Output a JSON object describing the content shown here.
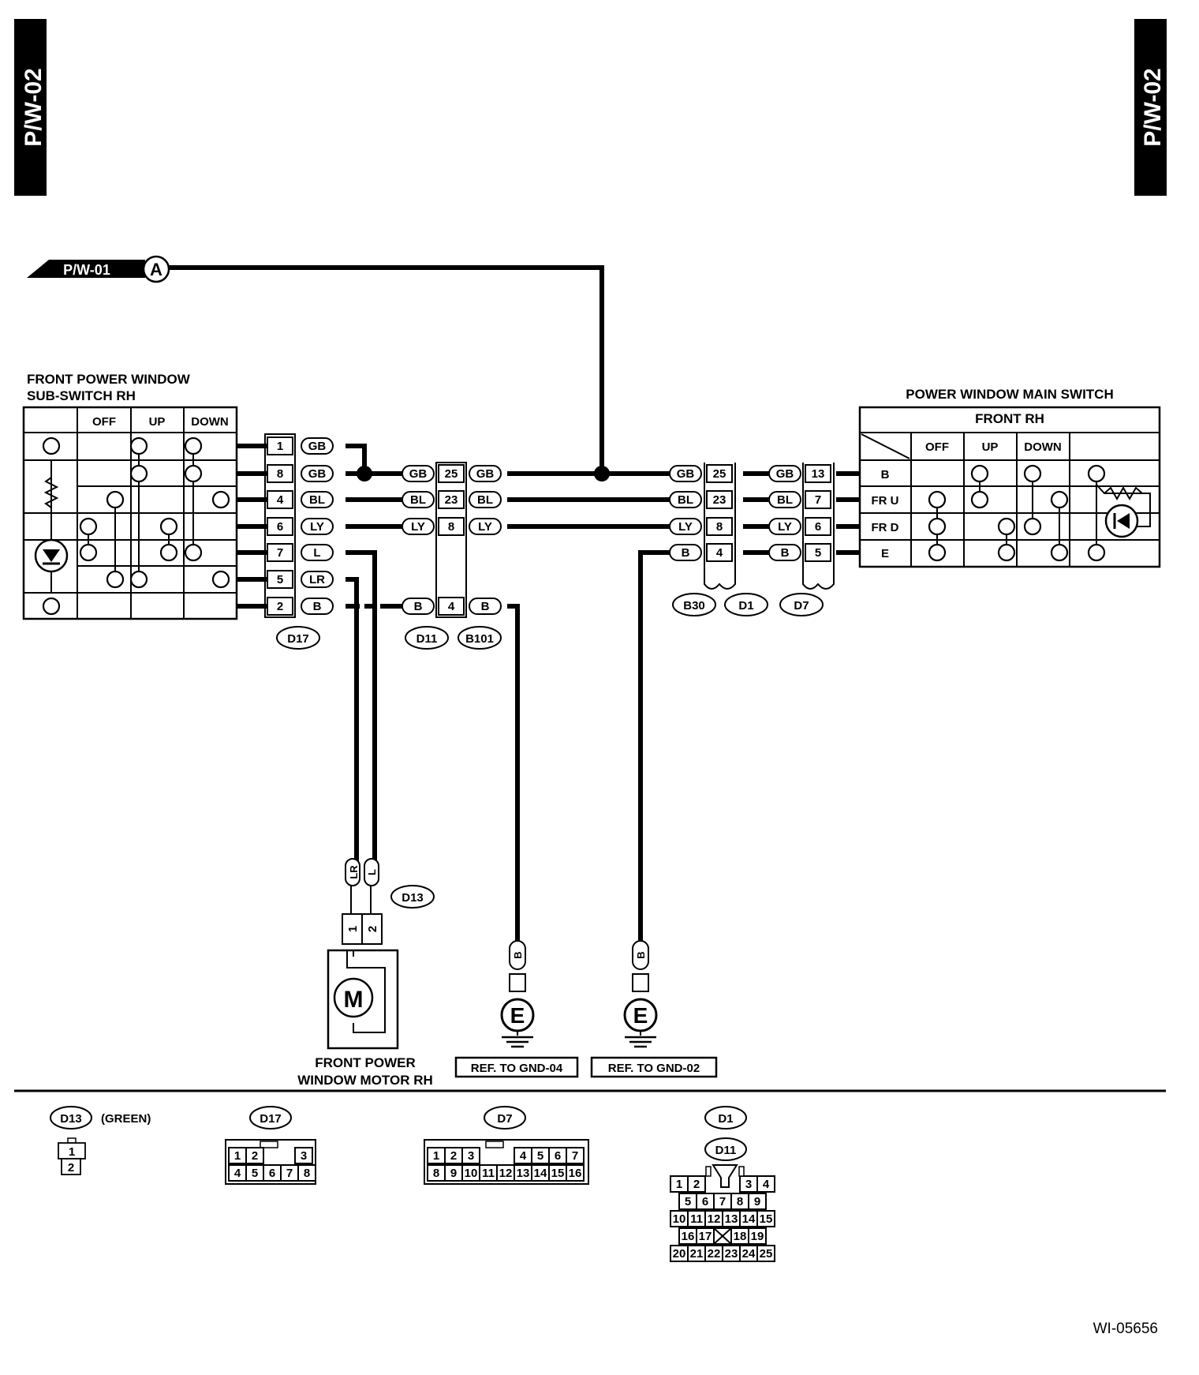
{
  "page": {
    "tab_left": "P/W-02",
    "tab_right": "P/W-02",
    "figure_code": "WI-05656"
  },
  "diagram": {
    "link": {
      "label": "P/W-01",
      "marker": "A"
    },
    "sub_switch": {
      "title_line1": "FRONT POWER WINDOW",
      "title_line2": "SUB-SWITCH RH",
      "columns": [
        "OFF",
        "UP",
        "DOWN"
      ]
    },
    "main_switch": {
      "title": "POWER WINDOW MAIN SWITCH",
      "subtitle": "FRONT RH",
      "columns": [
        "OFF",
        "UP",
        "DOWN"
      ],
      "rows": [
        "B",
        "FR U",
        "FR D",
        "E"
      ]
    },
    "conn_d17": {
      "id": "D17",
      "pins": [
        "1",
        "8",
        "4",
        "6",
        "7",
        "5",
        "2"
      ],
      "colors": [
        "GB",
        "GB",
        "BL",
        "LY",
        "L",
        "LR",
        "B"
      ]
    },
    "conn_d11": {
      "id": "D11",
      "id2": "B101",
      "pins": [
        "25",
        "23",
        "8",
        "4"
      ],
      "colors_left": [
        "GB",
        "BL",
        "LY",
        "B"
      ],
      "colors_right": [
        "GB",
        "BL",
        "LY",
        "B"
      ]
    },
    "conn_b30_d1": {
      "id_a": "B30",
      "id_b": "D1",
      "pins": [
        "25",
        "23",
        "8",
        "4"
      ],
      "colors_left": [
        "GB",
        "BL",
        "LY",
        "B"
      ]
    },
    "conn_d7": {
      "id": "D7",
      "pins": [
        "13",
        "7",
        "6",
        "5"
      ],
      "colors": [
        "GB",
        "BL",
        "LY",
        "B"
      ]
    },
    "motor": {
      "conn_id": "D13",
      "pins": [
        "1",
        "2"
      ],
      "colors": [
        "LR",
        "L"
      ],
      "symbol": "M",
      "label_line1": "FRONT POWER",
      "label_line2": "WINDOW MOTOR RH"
    },
    "grounds": [
      {
        "color": "B",
        "symbol": "E",
        "ref": "REF. TO GND-04"
      },
      {
        "color": "B",
        "symbol": "E",
        "ref": "REF. TO GND-02"
      }
    ]
  },
  "connector_views": {
    "d13": {
      "id": "D13",
      "note": "(GREEN)",
      "pins": [
        "1",
        "2"
      ]
    },
    "d17": {
      "id": "D17",
      "row1": [
        "1",
        "2",
        "3"
      ],
      "row2": [
        "4",
        "5",
        "6",
        "7",
        "8"
      ]
    },
    "d7": {
      "id": "D7",
      "row1": [
        "1",
        "2",
        "3",
        "4",
        "5",
        "6",
        "7"
      ],
      "row2": [
        "8",
        "9",
        "10",
        "11",
        "12",
        "13",
        "14",
        "15",
        "16"
      ]
    },
    "d1": {
      "id": "D1",
      "id2": "D11",
      "row1": [
        "1",
        "2",
        "3",
        "4"
      ],
      "row2": [
        "5",
        "6",
        "7",
        "8",
        "9"
      ],
      "row3": [
        "10",
        "11",
        "12",
        "13",
        "14",
        "15"
      ],
      "row4": [
        "16",
        "17",
        "18",
        "19"
      ],
      "row5": [
        "20",
        "21",
        "22",
        "23",
        "24",
        "25"
      ]
    }
  }
}
